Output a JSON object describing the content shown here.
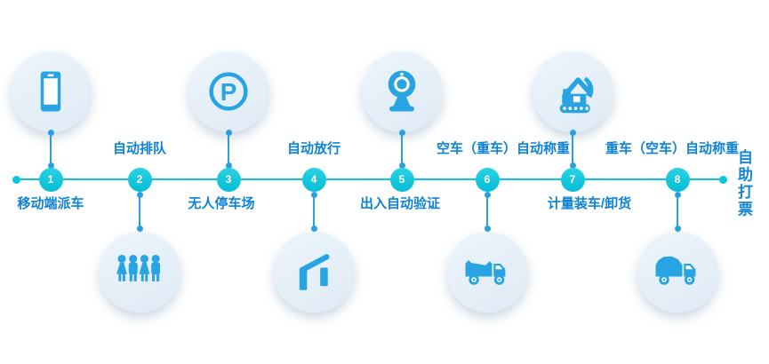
{
  "diagram": {
    "title_hint": "vehicle-dispatch-weighing-process",
    "end_label": "自助打票",
    "steps": [
      {
        "number": "1",
        "label": "移动端派车",
        "label_position": "below",
        "icon": "smartphone-icon",
        "icon_position": "above"
      },
      {
        "number": "2",
        "label": "自动排队",
        "label_position": "above",
        "icon": "people-queue-icon",
        "icon_position": "below"
      },
      {
        "number": "3",
        "label": "无人停车场",
        "label_position": "below",
        "icon": "parking-icon",
        "icon_position": "above"
      },
      {
        "number": "4",
        "label": "自动放行",
        "label_position": "above",
        "icon": "barrier-gate-icon",
        "icon_position": "below"
      },
      {
        "number": "5",
        "label": "出入自动验证",
        "label_position": "below",
        "icon": "webcam-icon",
        "icon_position": "above"
      },
      {
        "number": "6",
        "label": "空车（重车）自动称重",
        "label_position": "above",
        "icon": "empty-truck-icon",
        "icon_position": "below"
      },
      {
        "number": "7",
        "label": "计量装车/卸货",
        "label_position": "below",
        "icon": "excavator-icon",
        "icon_position": "above"
      },
      {
        "number": "8",
        "label": "重车（空车）自动称重",
        "label_position": "above",
        "icon": "loaded-truck-icon",
        "icon_position": "below"
      }
    ],
    "colors": {
      "timeline_cyan": "#0ac3dc",
      "node_cyan": "#04bdd6",
      "icon_blue": "#29a4e2",
      "label_blue": "#0e82d4",
      "bubble_fill": "#e4eef8"
    }
  }
}
